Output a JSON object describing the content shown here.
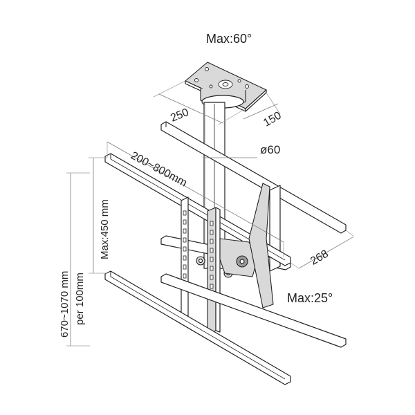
{
  "labels": {
    "max_tilt_top": "Max:60°",
    "plate_width": "250",
    "plate_depth": "150",
    "pole_diameter": "ø60",
    "vesa_width": "200~800mm",
    "vesa_height": "Max:450 mm",
    "height_range": "670~1070 mm",
    "height_step": "per 100mm",
    "rail_depth": "268",
    "max_tilt_bottom": "Max:25°"
  },
  "colors": {
    "outline": "#222222",
    "dimension": "#7a7a7a",
    "fill_light": "#d9d9d9",
    "fill_dark": "#9a9a9a"
  }
}
